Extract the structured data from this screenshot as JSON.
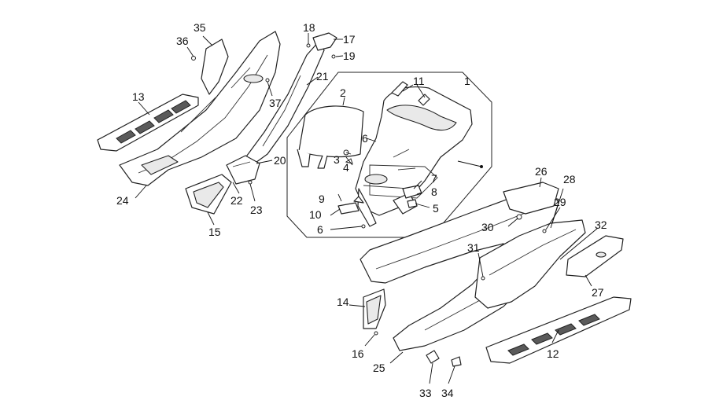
{
  "diagram": {
    "callouts": [
      {
        "id": "c1",
        "label": "1"
      },
      {
        "id": "c2",
        "label": "2"
      },
      {
        "id": "c3",
        "label": "3"
      },
      {
        "id": "c4",
        "label": "4"
      },
      {
        "id": "c5",
        "label": "5"
      },
      {
        "id": "c6a",
        "label": "6"
      },
      {
        "id": "c6b",
        "label": "6"
      },
      {
        "id": "c7",
        "label": "7"
      },
      {
        "id": "c8",
        "label": "8"
      },
      {
        "id": "c9",
        "label": "9"
      },
      {
        "id": "c10",
        "label": "10"
      },
      {
        "id": "c11",
        "label": "11"
      },
      {
        "id": "c12",
        "label": "12"
      },
      {
        "id": "c13",
        "label": "13"
      },
      {
        "id": "c14",
        "label": "14"
      },
      {
        "id": "c15",
        "label": "15"
      },
      {
        "id": "c16",
        "label": "16"
      },
      {
        "id": "c17",
        "label": "17"
      },
      {
        "id": "c18",
        "label": "18"
      },
      {
        "id": "c19",
        "label": "19"
      },
      {
        "id": "c20",
        "label": "20"
      },
      {
        "id": "c21",
        "label": "21"
      },
      {
        "id": "c22",
        "label": "22"
      },
      {
        "id": "c23",
        "label": "23"
      },
      {
        "id": "c24",
        "label": "24"
      },
      {
        "id": "c25",
        "label": "25"
      },
      {
        "id": "c26",
        "label": "26"
      },
      {
        "id": "c27",
        "label": "27"
      },
      {
        "id": "c28",
        "label": "28"
      },
      {
        "id": "c29",
        "label": "29"
      },
      {
        "id": "c30",
        "label": "30"
      },
      {
        "id": "c31",
        "label": "31"
      },
      {
        "id": "c32",
        "label": "32"
      },
      {
        "id": "c33",
        "label": "33"
      },
      {
        "id": "c34",
        "label": "34"
      },
      {
        "id": "c35",
        "label": "35"
      },
      {
        "id": "c36",
        "label": "36"
      },
      {
        "id": "c37",
        "label": "37"
      }
    ]
  }
}
